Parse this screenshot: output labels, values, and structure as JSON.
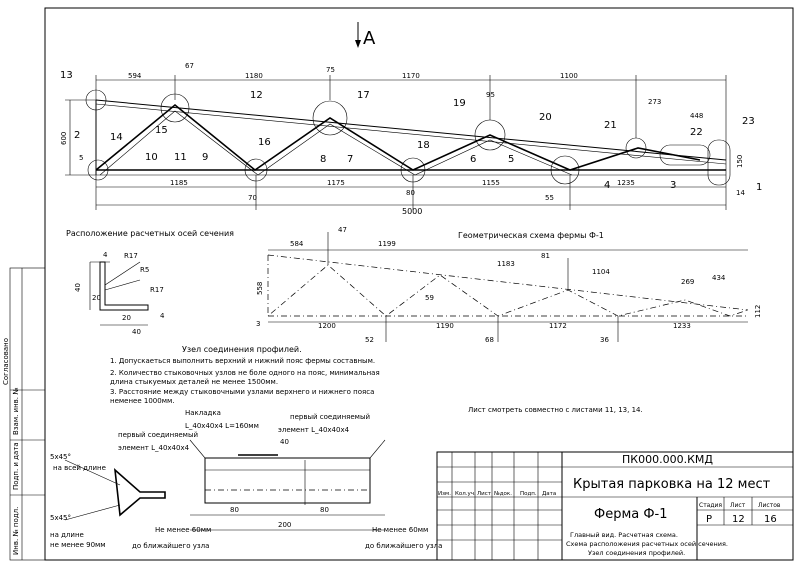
{
  "view_label": "A",
  "top_drawing": {
    "caption": "Расположение расчетных осей сечения",
    "top_dims": [
      "594",
      "1180",
      "1170",
      "1100"
    ],
    "upper_dims": [
      "67",
      "75",
      "95",
      "273",
      "448"
    ],
    "bottom_dims": [
      "1185",
      "1175",
      "1155",
      "1235"
    ],
    "small_dims": [
      "70",
      "80",
      "55",
      "14"
    ],
    "total_dim": "5000",
    "height_dims": [
      "600",
      "5",
      "150"
    ],
    "node_labels": [
      "13",
      "14",
      "15",
      "16",
      "17",
      "18",
      "19",
      "20",
      "21",
      "22",
      "23",
      "1",
      "2",
      "3",
      "4",
      "5",
      "6",
      "7",
      "8",
      "9",
      "10",
      "11",
      "12"
    ]
  },
  "geometry_scheme": {
    "title": "Геометрическая схема фермы Ф-1",
    "top_dims": [
      "584",
      "47",
      "1199",
      "1183",
      "81",
      "1104",
      "269",
      "434"
    ],
    "bottom_dims": [
      "1200",
      "1190",
      "1172",
      "1233"
    ],
    "side_dims": [
      "558",
      "3",
      "59",
      "52",
      "68",
      "36",
      "112"
    ]
  },
  "profile_node": {
    "title": "Узел соединения профилей.",
    "dims": [
      "4",
      "R17",
      "R5",
      "R17",
      "40",
      "20",
      "20",
      "40",
      "4"
    ]
  },
  "notes": [
    "1.  Допускаеться выполнить верхний и нижний пояс фермы составным.",
    "2.  Количество стыковочных узлов не боле одного на пояс, минимальная длина стыкуемых деталей не менее 1500мм.",
    "3.  Расстояние между стыковочными узлами верхнего и нижнего пояса неменее 1000мм."
  ],
  "sheet_note": "Лист смотреть совместно с листами 11, 13, 14.",
  "weld_detail": {
    "chamfer1": "5х45°",
    "chamfer1_note": "на всей длине",
    "chamfer2": "5х45°",
    "chamfer2_note1": "на длине",
    "chamfer2_note2": "не менее 90мм",
    "overlay_label": "Накладка",
    "overlay_spec": "L_40х40х4 L=160мм",
    "first_joined_left": "первый соединяемый",
    "first_joined_left_spec": "элемент L_40х40х4",
    "first_joined_right": "первый соединяемый",
    "first_joined_right_spec": "элемент L_40х40х4",
    "dims": [
      "40",
      "80",
      "80",
      "200"
    ],
    "min_left": "Не менее 60мм",
    "min_left2": "до ближайшего узла",
    "min_right": "Не менее 60мм",
    "min_right2": "до ближайшего узла"
  },
  "side_stamp": [
    "Согласовано",
    "Взам. инв. №",
    "Подп. и дата",
    "Инв. № подл."
  ],
  "title_block": {
    "code": "ПК000.000.КМД",
    "project": "Крытая парковка на 12 мест",
    "drawing": "Ферма Ф-1",
    "col_headers": [
      "Изм.",
      "Кол.уч.",
      "Лист",
      "№док.",
      "Подп.",
      "Дата"
    ],
    "stage_label": "Стадия",
    "sheet_label": "Лист",
    "sheets_label": "Листов",
    "stage": "Р",
    "sheet": "12",
    "sheets": "16",
    "description": [
      "Главный вид. Расчетная схема.",
      "Схема расположения расчетных осей сечения.",
      "Узел соединения профилей."
    ]
  }
}
